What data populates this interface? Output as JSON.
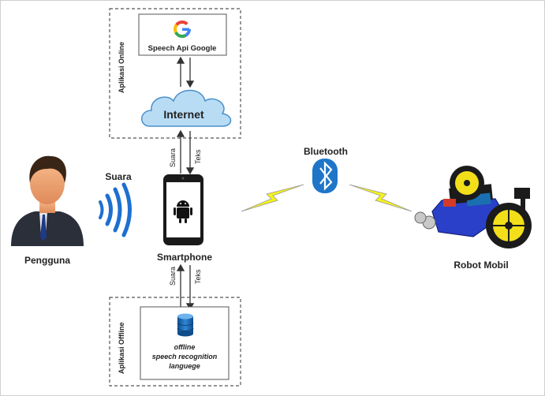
{
  "online_group": {
    "label": "Aplikasi Online",
    "google_box": {
      "logo": "G",
      "label": "Speech Api Google"
    },
    "cloud": {
      "label": "Internet"
    }
  },
  "offline_group": {
    "label": "Aplikasi Offline",
    "db_box": {
      "line1": "offline",
      "line2": "speech recognition",
      "line3": "languege"
    }
  },
  "phone_arrows": {
    "upper_left": "Suara",
    "upper_right": "Teks",
    "lower_left": "Suara",
    "lower_right": "Teks"
  },
  "user": {
    "label": "Pengguna",
    "icon": "person-icon"
  },
  "voice": {
    "label": "Suara",
    "icon": "sound-waves-icon"
  },
  "smartphone": {
    "label": "Smartphone",
    "icon": "android-icon"
  },
  "bluetooth": {
    "label": "Bluetooth",
    "icon": "bluetooth-icon"
  },
  "robot": {
    "label": "Robot Mobil",
    "icon": "robot-car-icon"
  },
  "colors": {
    "cloud": "#b9dcf5",
    "cloud_stroke": "#4a90c8",
    "bluetooth": "#1f76c9",
    "lightning": "#f5f21a",
    "wheel": "#f2df1a",
    "robot_body": "#2a40c8",
    "dashed_border": "#555555"
  }
}
